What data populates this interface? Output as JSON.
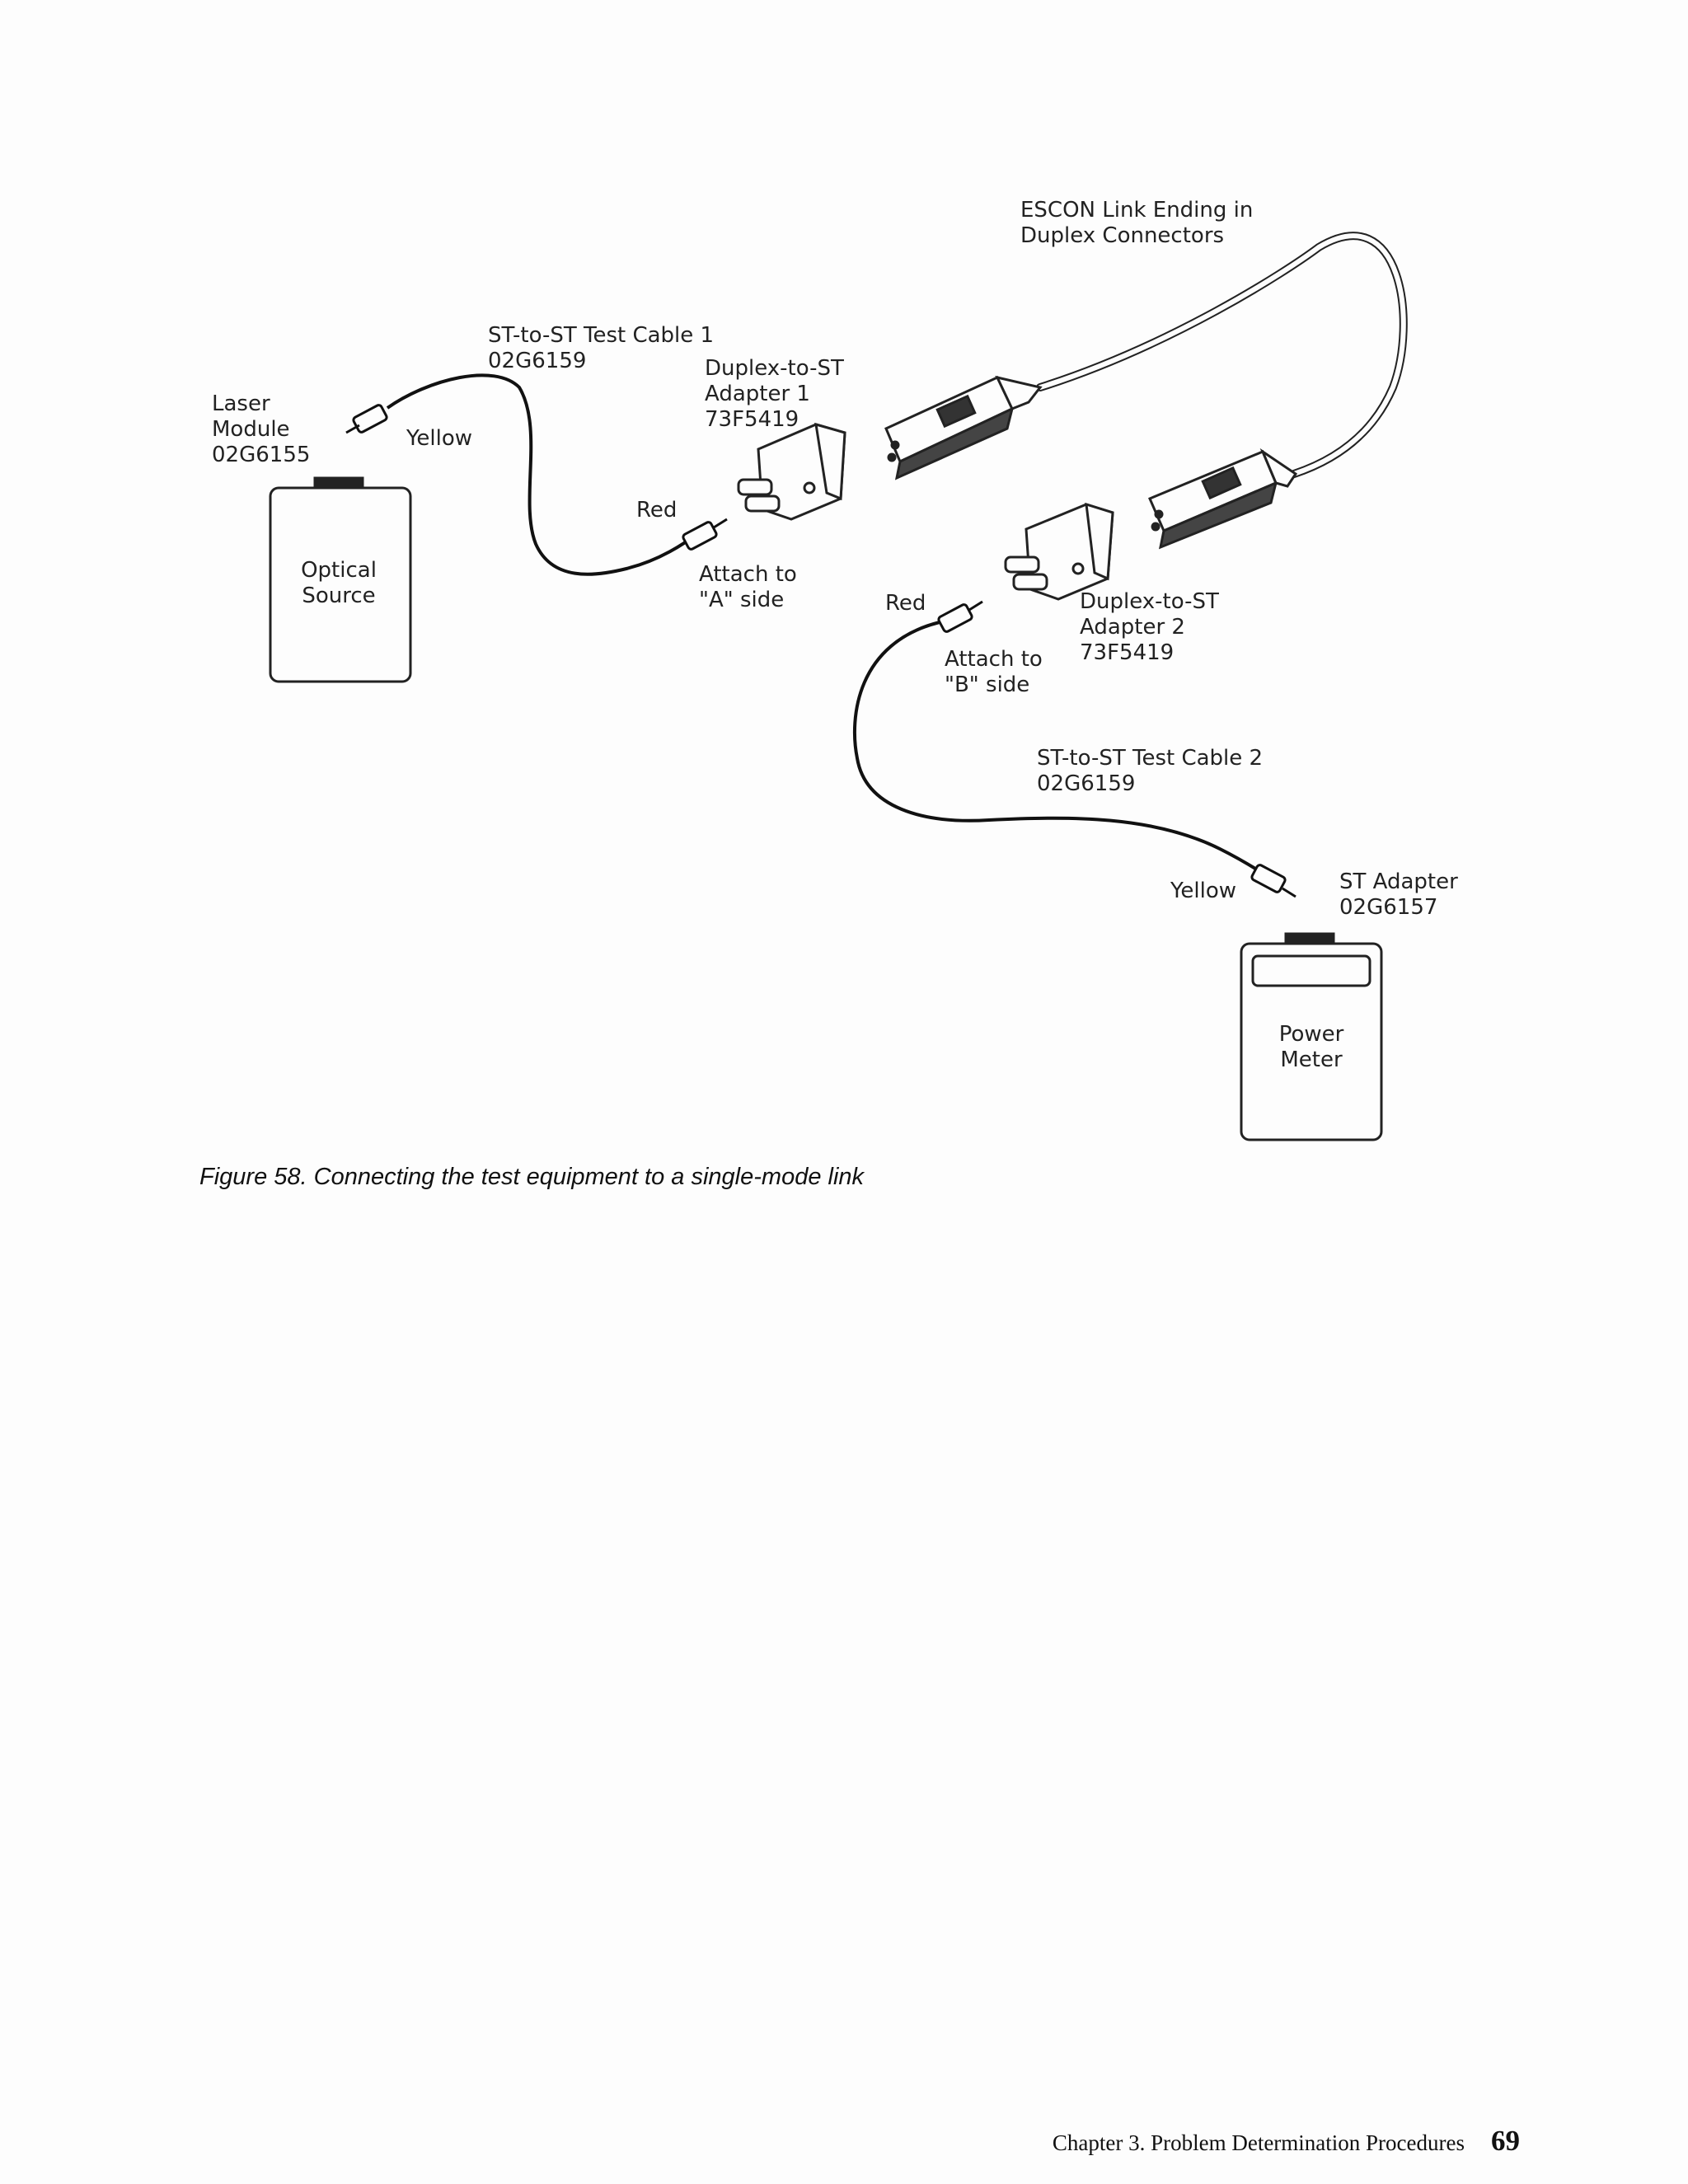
{
  "figure": {
    "labels": {
      "escon_link": "ESCON Link Ending in\nDuplex Connectors",
      "test_cable_1": "ST-to-ST Test Cable 1\n02G6159",
      "duplex_adapter_1": "Duplex-to-ST\nAdapter 1\n73F5419",
      "laser_module": "Laser\nModule\n02G6155",
      "yellow_1": "Yellow",
      "red_1": "Red",
      "optical_source": "Optical\nSource",
      "attach_a": "Attach to\n\"A\" side",
      "red_2": "Red",
      "duplex_adapter_2": "Duplex-to-ST\nAdapter 2\n73F5419",
      "attach_b": "Attach to\n\"B\" side",
      "test_cable_2": "ST-to-ST Test Cable 2\n02G6159",
      "yellow_2": "Yellow",
      "st_adapter": "ST Adapter\n02G6157",
      "power_meter": "Power\nMeter"
    },
    "caption": "Figure 58. Connecting the test equipment to a single-mode link"
  },
  "footer": {
    "chapter": "Chapter 3. Problem Determination Procedures",
    "page_number": "69"
  }
}
